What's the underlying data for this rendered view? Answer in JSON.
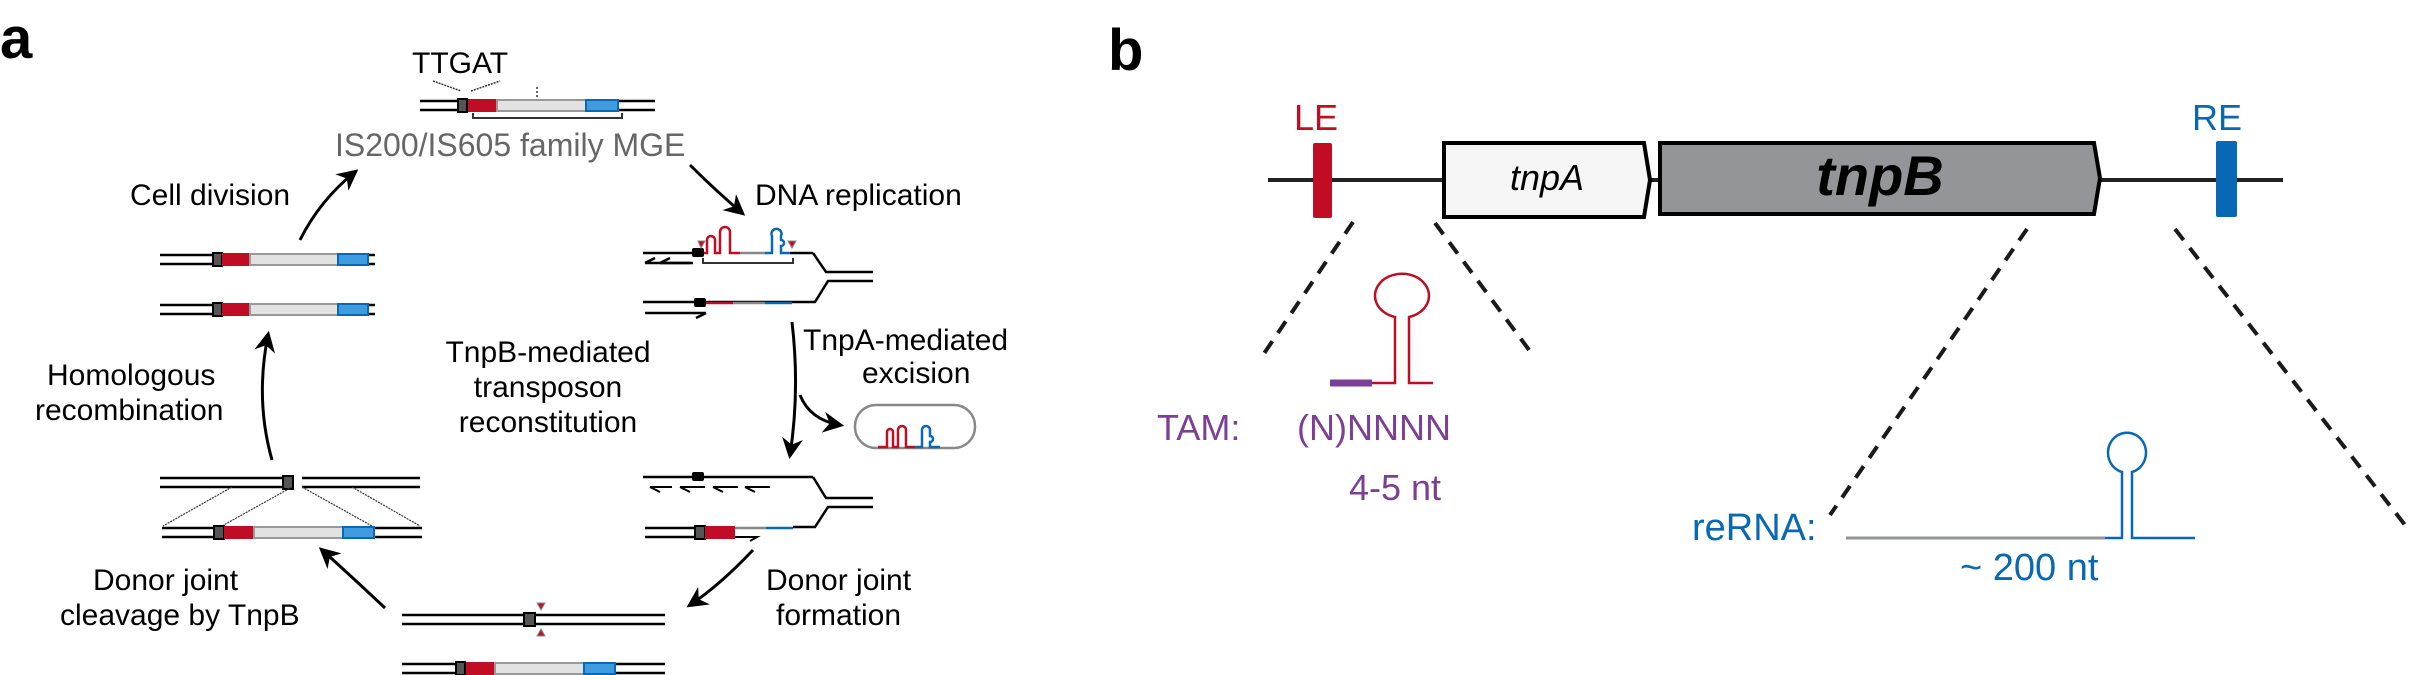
{
  "panel_a": {
    "letter": "a",
    "motif": "TTGAT",
    "mge_label": "IS200/IS605 family MGE",
    "steps": {
      "dna_replication": "DNA replication",
      "tnpa_excision": [
        "TnpA-mediated",
        "excision"
      ],
      "donor_joint_formation": [
        "Donor joint",
        "formation"
      ],
      "donor_joint_cleavage": [
        "Donor joint",
        "cleavage by TnpB"
      ],
      "homologous_recombination": [
        "Homologous",
        "recombination"
      ],
      "cell_division": "Cell division"
    },
    "center_label": [
      "TnpB-mediated",
      "transposon",
      "reconstitution"
    ]
  },
  "panel_b": {
    "letter": "b",
    "left_end_label": "LE",
    "right_end_label": "RE",
    "genes": [
      {
        "name": "tnpA",
        "style": "italic"
      },
      {
        "name": "tnpB",
        "style": "bold-italic"
      }
    ],
    "tam_label": "TAM:",
    "tam_sequence": "(N)NNNN",
    "tam_length": "4-5 nt",
    "rerna_label": "reRNA:",
    "rerna_length": "~ 200 nt"
  },
  "colors": {
    "le_red": "#c00d24",
    "re_blue": "#0868b4",
    "re_light_blue": "#3e9be0",
    "tam_purple": "#7b3f95",
    "tnpb_gray": "#939598",
    "tnpa_fill": "#f5f5f5",
    "transposon_gray": "#e2e2e2",
    "mge_text_gray": "#666666"
  }
}
